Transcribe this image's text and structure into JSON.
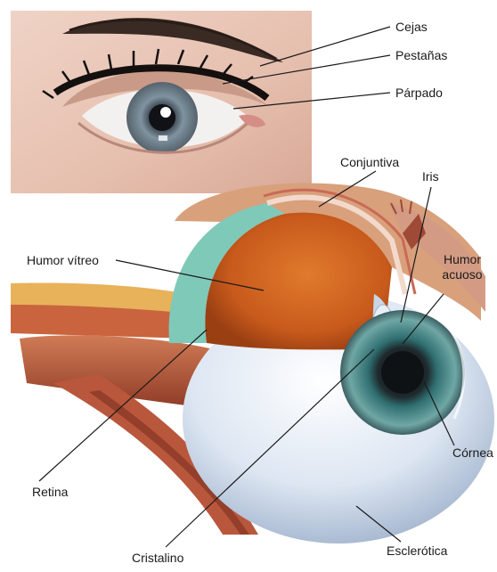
{
  "labels": {
    "cejas": "Cejas",
    "pestanas": "Pestañas",
    "parpado": "Párpado",
    "conjuntiva": "Conjuntiva",
    "iris": "Iris",
    "humor_vitreo": "Humor vítreo",
    "humor_acuoso_line1": "Humor",
    "humor_acuoso_line2": "acuoso",
    "retina": "Retina",
    "cornea": "Córnea",
    "cristalino": "Cristalino",
    "esclerotica": "Esclerótica"
  },
  "colors": {
    "skin": "#e8c4b4",
    "iris": "#7c8e99",
    "vitreous": "#d2651f",
    "retina_rim": "#7fc9b9",
    "muscle": "#b8553a",
    "sclera": "#dfe7f3",
    "leader_line": "#1a1a1a"
  }
}
